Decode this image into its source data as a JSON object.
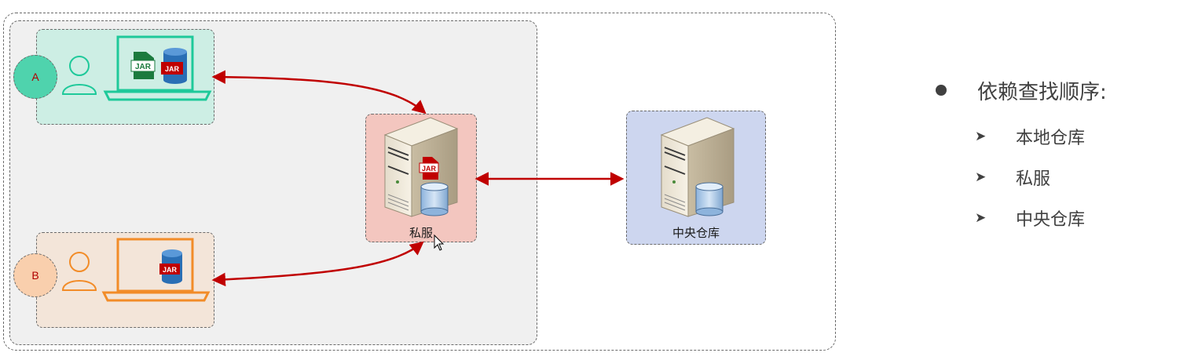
{
  "diagram": {
    "developer_a": {
      "badge": "A",
      "artifacts": [
        "JAR",
        "JAR"
      ]
    },
    "developer_b": {
      "badge": "B",
      "artifacts": [
        "JAR"
      ]
    },
    "private_server": {
      "label": "私服",
      "artifact": "JAR"
    },
    "central_repository": {
      "label": "中央仓库"
    }
  },
  "notes": {
    "heading": "依赖查找顺序:",
    "items": [
      "本地仓库",
      "私服",
      "中央仓库"
    ]
  },
  "colors": {
    "arrow": "#c00000",
    "box_a": "#cdeee4",
    "box_b": "#f3e5d9",
    "box_private": "#f3c6bf",
    "box_central": "#cdd6ef",
    "laptop_a": "#1ec99a",
    "laptop_b": "#f28c28"
  }
}
